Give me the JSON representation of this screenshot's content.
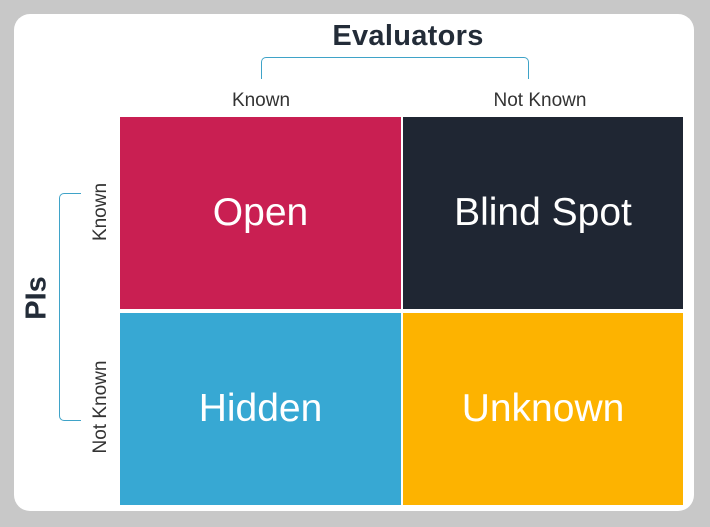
{
  "axes": {
    "top_title": "Evaluators",
    "left_title": "PIs",
    "columns": [
      "Known",
      "Not Known"
    ],
    "rows": [
      "Known",
      "Not Known"
    ]
  },
  "quadrants": {
    "open": "Open",
    "blind_spot": "Blind Spot",
    "hidden": "Hidden",
    "unknown": "Unknown"
  },
  "colors": {
    "open": "#c91f52",
    "blind_spot": "#1f2633",
    "hidden": "#37a8d3",
    "unknown": "#fdb300",
    "bracket": "#3fa3c8"
  }
}
